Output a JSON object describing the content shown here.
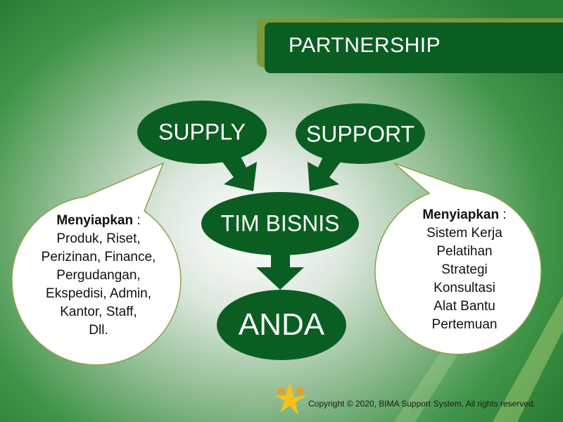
{
  "title": "PARTNERSHIP",
  "nodes": {
    "supply": "SUPPLY",
    "support": "SUPPORT",
    "tim_bisnis": "TIM BISNIS",
    "anda": "ANDA"
  },
  "left_bubble": {
    "heading": "Menyiapkan",
    "colon": " :",
    "lines": [
      "Produk, Riset,",
      "Perizinan, Finance,",
      "Pergudangan,",
      "Ekspedisi, Admin,",
      "Kantor, Staff,",
      "Dll."
    ]
  },
  "right_bubble": {
    "heading": "Menyiapkan",
    "colon": " :",
    "lines": [
      "Sistem Kerja",
      "Pelatihan",
      "Strategi",
      "Konsultasi",
      "Alat Bantu",
      "Pertemuan"
    ]
  },
  "footer": {
    "copyright": "Copyright © 2020, BIMA Support System. All rights reserved."
  },
  "colors": {
    "dark_green": "#0b5e22",
    "olive": "#7a9a3a"
  }
}
